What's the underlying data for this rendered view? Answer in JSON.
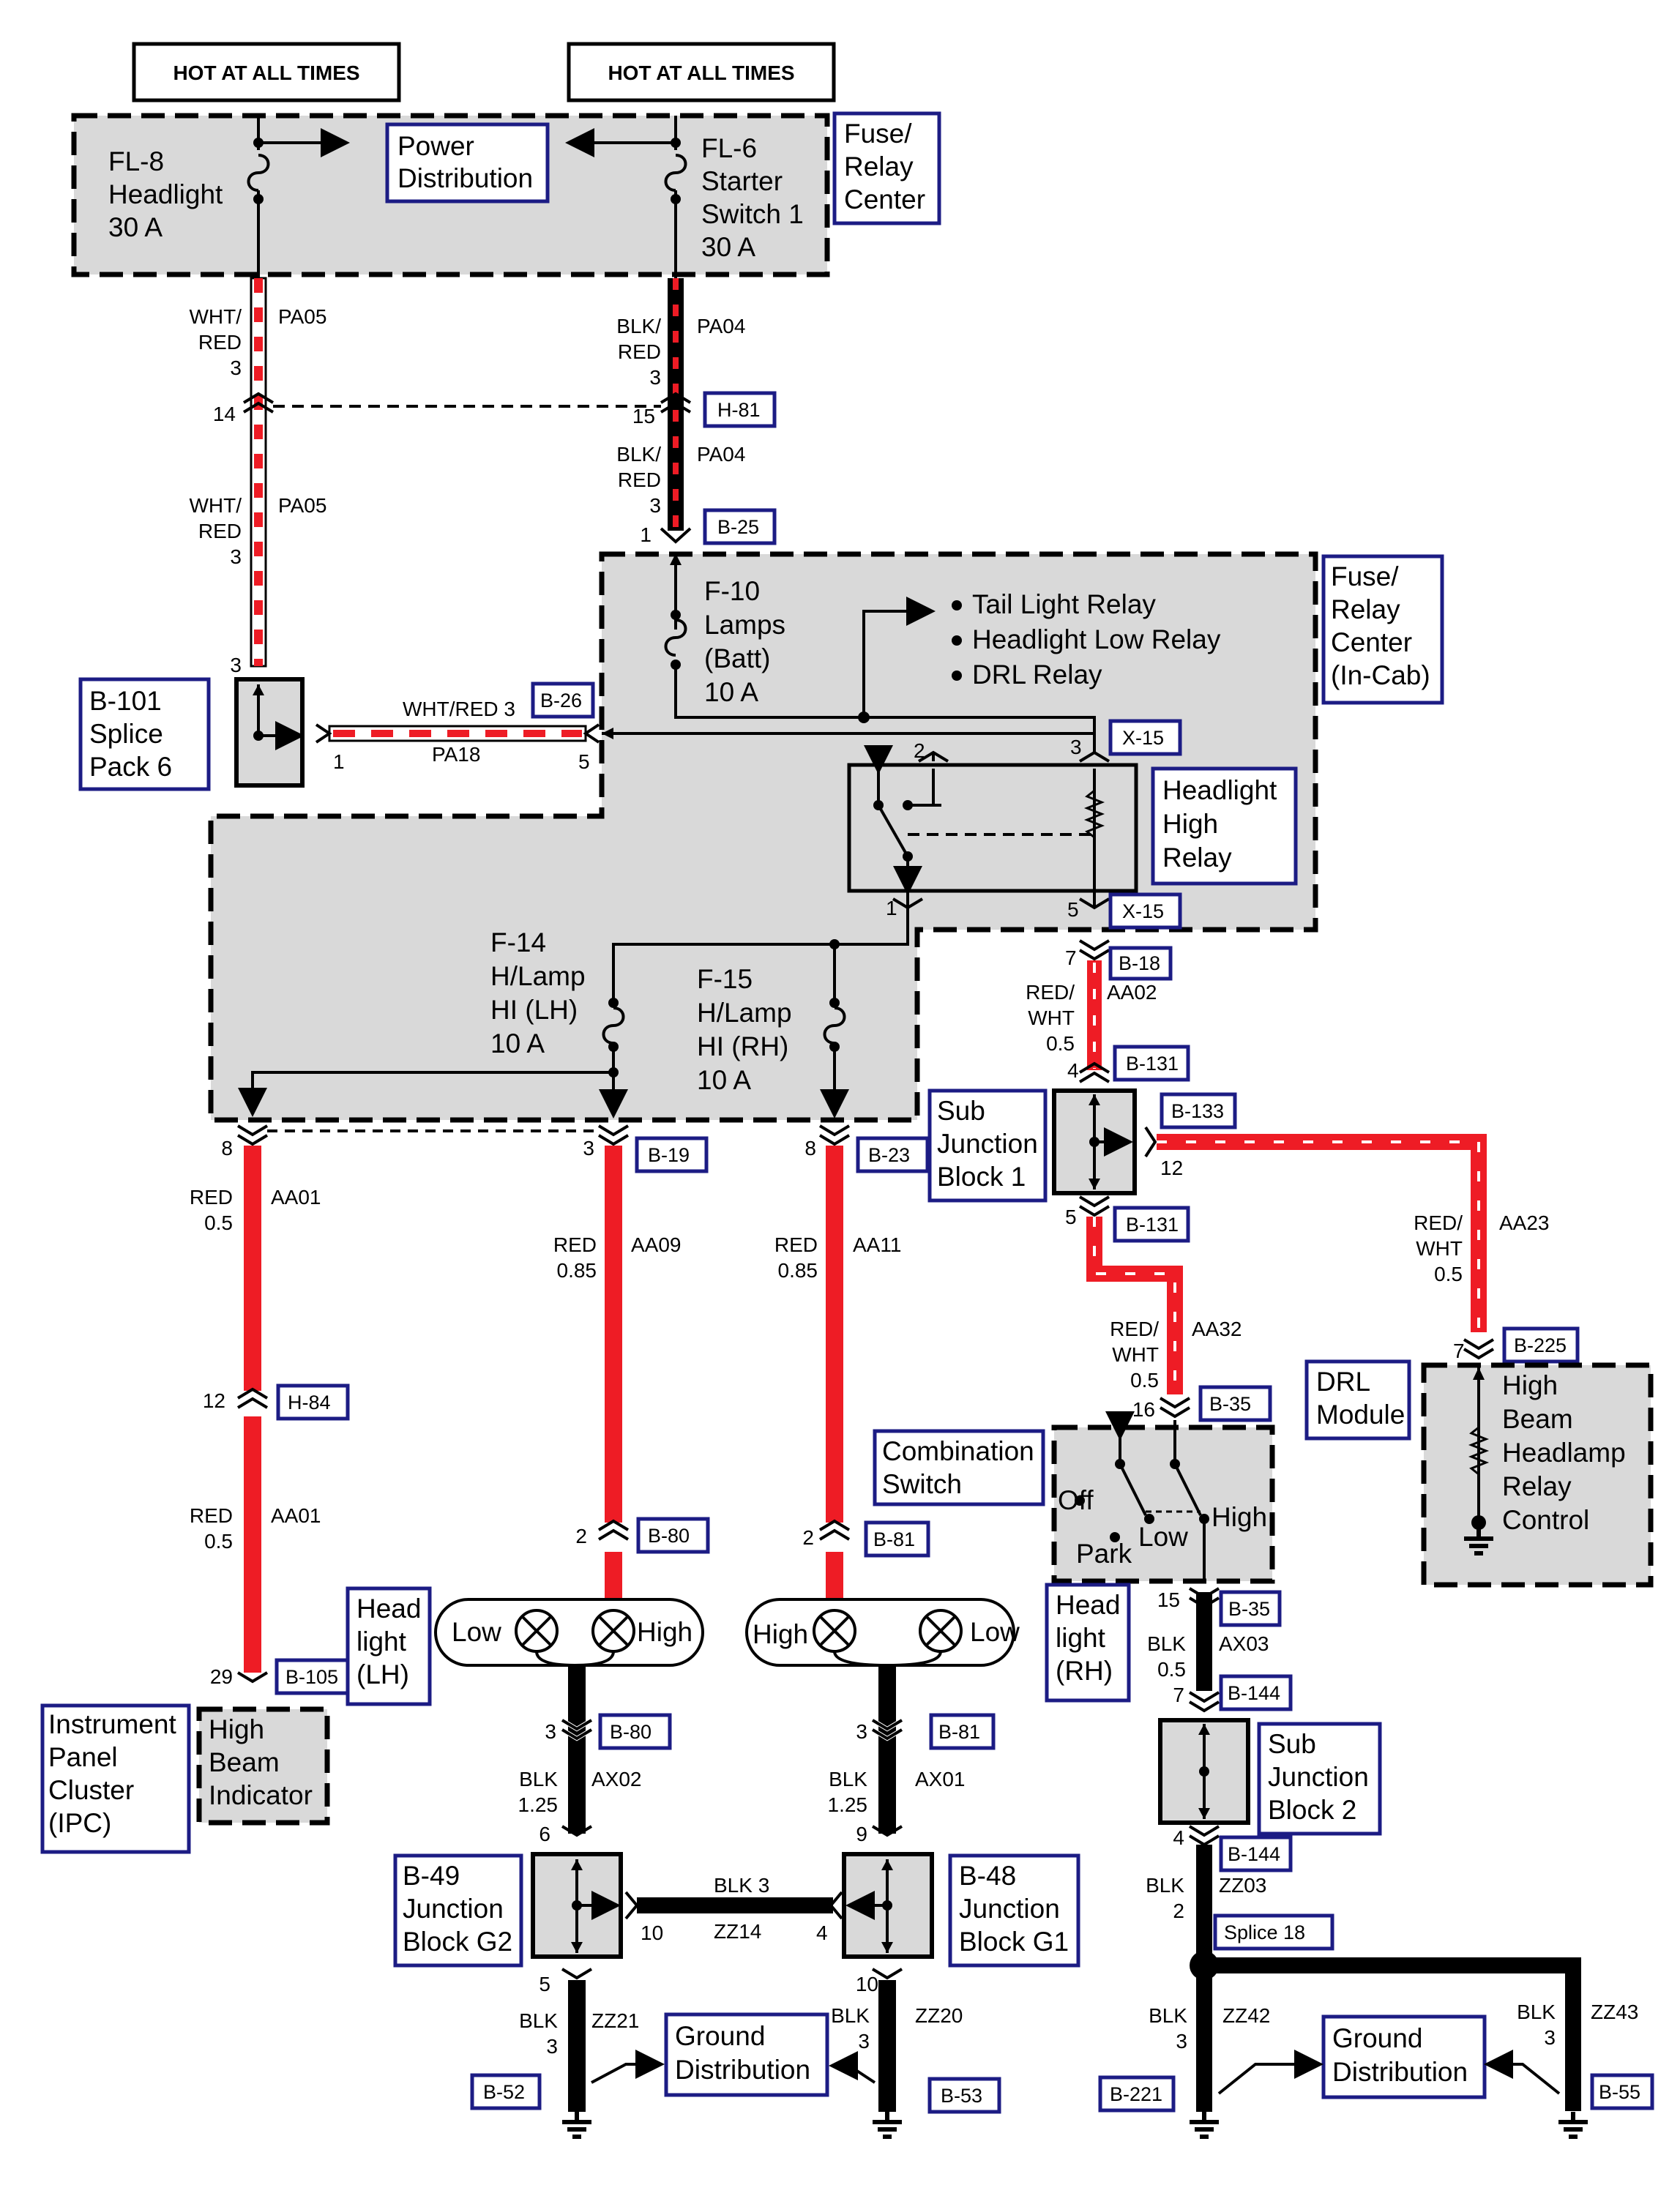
{
  "hot_labels": [
    "HOT AT ALL TIMES",
    "HOT AT ALL TIMES"
  ],
  "power_distribution": [
    "Power",
    "Distribution"
  ],
  "fuse_relay_center": [
    "Fuse/",
    "Relay",
    "Center"
  ],
  "fuse_relay_center_incab": [
    "Fuse/",
    "Relay",
    "Center",
    "(In-Cab)"
  ],
  "fl8": [
    "FL-8",
    "Headlight",
    "30 A"
  ],
  "fl6": [
    "FL-6",
    "Starter",
    "Switch 1",
    "30 A"
  ],
  "f10": [
    "F-10",
    "Lamps",
    "(Batt)",
    "10 A"
  ],
  "f14": [
    "F-14",
    "H/Lamp",
    "HI (LH)",
    "10 A"
  ],
  "f15": [
    "F-15",
    "H/Lamp",
    "HI (RH)",
    "10 A"
  ],
  "relays": [
    "Tail Light Relay",
    "Headlight Low Relay",
    "DRL Relay"
  ],
  "headlight_high_relay": [
    "Headlight",
    "High",
    "Relay"
  ],
  "splice_pack": [
    "B-101",
    "Splice",
    "Pack 6"
  ],
  "sub_junction_1": [
    "Sub",
    "Junction",
    "Block 1"
  ],
  "sub_junction_2": [
    "Sub",
    "Junction",
    "Block 2"
  ],
  "drl_module": [
    "DRL",
    "Module"
  ],
  "drl_control": [
    "High",
    "Beam",
    "Headlamp",
    "Relay",
    "Control"
  ],
  "combination_switch": [
    "Combination",
    "Switch"
  ],
  "switch_positions": {
    "off": "Off",
    "park": "Park",
    "low": "Low",
    "high": "High"
  },
  "headlight_lh": [
    "Head",
    "light",
    "(LH)"
  ],
  "headlight_rh": [
    "Head",
    "light",
    "(RH)"
  ],
  "lamp_low": "Low",
  "lamp_high": "High",
  "ipc": [
    "Instrument",
    "Panel",
    "Cluster",
    "(IPC)"
  ],
  "high_beam_indicator": [
    "High",
    "Beam",
    "Indicator"
  ],
  "jb_g2": [
    "B-49",
    "Junction",
    "Block G2"
  ],
  "jb_g1": [
    "B-48",
    "Junction",
    "Block G1"
  ],
  "ground_distribution": [
    "Ground",
    "Distribution"
  ],
  "connectors": {
    "h81": "H-81",
    "b25": "B-25",
    "b26": "B-26",
    "x15": "X-15",
    "b18": "B-18",
    "b131": "B-131",
    "b133": "B-133",
    "b19": "B-19",
    "b23": "B-23",
    "b225": "B-225",
    "h84": "H-84",
    "b35": "B-35",
    "b80": "B-80",
    "b81": "B-81",
    "b105": "B-105",
    "b144": "B-144",
    "splice18": "Splice 18",
    "b52": "B-52",
    "b53": "B-53",
    "b221": "B-221",
    "b55": "B-55"
  },
  "wires": [
    {
      "id": "PA05",
      "color": [
        "WHT/",
        "RED"
      ],
      "gauge": "3"
    },
    {
      "id": "PA04",
      "color": [
        "BLK/",
        "RED"
      ],
      "gauge": "3"
    },
    {
      "id": "PA18",
      "color": [
        "WHT/RED 3"
      ],
      "gauge": ""
    },
    {
      "id": "AA02",
      "color": [
        "RED/",
        "WHT"
      ],
      "gauge": "0.5"
    },
    {
      "id": "AA01",
      "color": [
        "RED"
      ],
      "gauge": "0.5"
    },
    {
      "id": "AA09",
      "color": [
        "RED"
      ],
      "gauge": "0.85"
    },
    {
      "id": "AA11",
      "color": [
        "RED"
      ],
      "gauge": "0.85"
    },
    {
      "id": "AA23",
      "color": [
        "RED/",
        "WHT"
      ],
      "gauge": "0.5"
    },
    {
      "id": "AA32",
      "color": [
        "RED/",
        "WHT"
      ],
      "gauge": "0.5"
    },
    {
      "id": "AX03",
      "color": [
        "BLK"
      ],
      "gauge": "0.5"
    },
    {
      "id": "AX02",
      "color": [
        "BLK"
      ],
      "gauge": "1.25"
    },
    {
      "id": "AX01",
      "color": [
        "BLK"
      ],
      "gauge": "1.25"
    },
    {
      "id": "ZZ14",
      "color": [
        "BLK 3"
      ],
      "gauge": ""
    },
    {
      "id": "ZZ03",
      "color": [
        "BLK"
      ],
      "gauge": "2"
    },
    {
      "id": "ZZ21",
      "color": [
        "BLK"
      ],
      "gauge": "3"
    },
    {
      "id": "ZZ20",
      "color": [
        "BLK"
      ],
      "gauge": "3"
    },
    {
      "id": "ZZ42",
      "color": [
        "BLK"
      ],
      "gauge": "3"
    },
    {
      "id": "ZZ43",
      "color": [
        "BLK"
      ],
      "gauge": "3"
    }
  ],
  "pins": {
    "pa05_top": "3",
    "h81_l": "14",
    "h81_r": "15",
    "pa04_top": "3",
    "b25": "1",
    "b101_in": "3",
    "pa18_l": "1",
    "pa18_r": "5",
    "x15_2": "2",
    "x15_3": "3",
    "x15_1": "1",
    "x15_5": "5",
    "b18": "7",
    "b131_in": "4",
    "b133": "12",
    "b131_out": "5",
    "b35_in": "16",
    "b225": "7",
    "aa01": "8",
    "aa09": "3",
    "aa11": "8",
    "h84": "12",
    "b80": "2",
    "b81": "2",
    "b105": "29",
    "b35_out": "15",
    "b144_in": "7",
    "b144_out": "4",
    "b80_out": "3",
    "b81_out": "3",
    "g2_in": "6",
    "g1_in": "9",
    "g2_bus": "10",
    "g1_bus": "4",
    "g2_out": "5",
    "g1_out": "10"
  },
  "colors": {
    "red": "#ee1c25",
    "black": "#000000",
    "white": "#ffffff",
    "gray": "#d9d9d9",
    "box_border": "#1c1c84"
  }
}
